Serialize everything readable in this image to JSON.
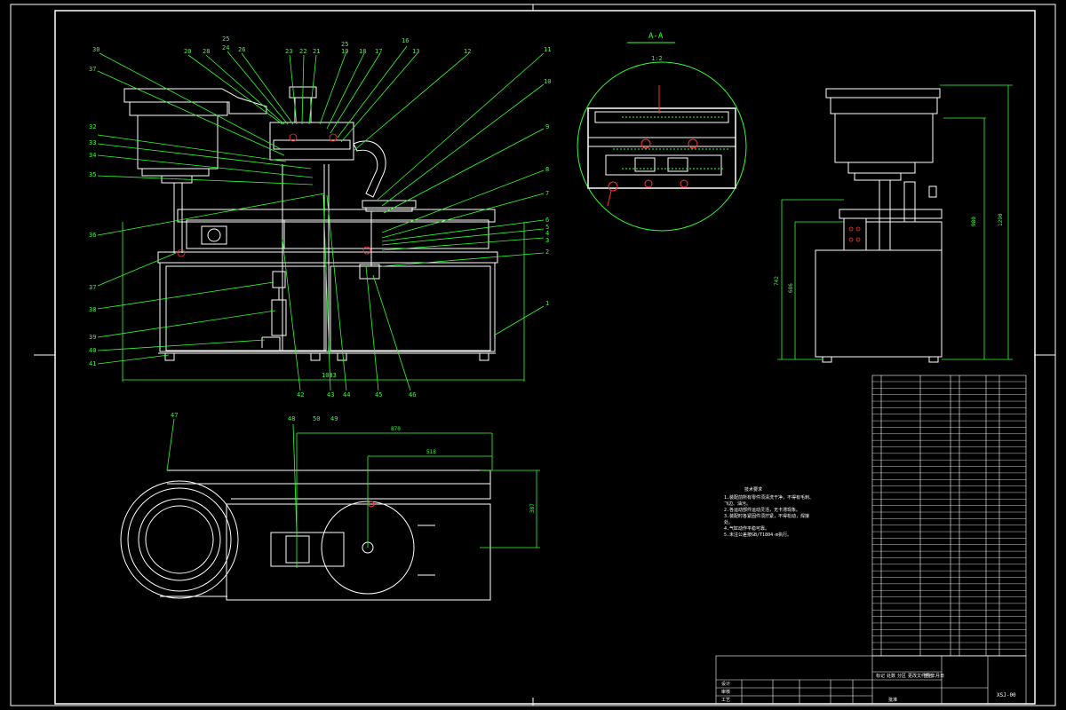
{
  "drawing": {
    "section_title": "A-A",
    "section_scale": "1:2",
    "callouts_top": [
      "30",
      "20",
      "28",
      "25",
      "24",
      "26",
      "23",
      "22",
      "21",
      "25",
      "19",
      "18",
      "17",
      "16",
      "13",
      "12",
      "11",
      "10"
    ],
    "callouts_left": [
      "37",
      "32",
      "33",
      "34",
      "35",
      "36",
      "37",
      "38",
      "39",
      "40",
      "41"
    ],
    "callouts_right": [
      "9",
      "8",
      "7",
      "6",
      "5",
      "4",
      "3",
      "2",
      "1"
    ],
    "callouts_bottom": [
      "42",
      "43",
      "44",
      "45",
      "46"
    ],
    "callouts_plan": [
      "47",
      "48",
      "50",
      "49"
    ],
    "dimensions": {
      "front_width": "1083",
      "side_height_a": "980",
      "side_height_b": "1290",
      "side_low_a": "742",
      "side_low_b": "686",
      "plan_width_a": "870",
      "plan_width_b": "518",
      "plan_depth": "387"
    },
    "notes_title": "技术要求",
    "notes": [
      "1.装配前所有零件须清洗干净，不得有毛刺、",
      "飞边、油污。",
      "2.各运动部件运动灵活，无卡滞现象。",
      "3.装配时各紧固件须拧紧，不得松动，焊接",
      "处。",
      "4.气缸动作平稳可靠。",
      "5.未注公差按GB/T1804-m执行。"
    ],
    "drawing_number": "XSJ-00",
    "title_block_labels": [
      "标记",
      "处数",
      "分区",
      "更改文件号",
      "签名",
      "年月日"
    ],
    "title_block_roles": [
      "设计",
      "审核",
      "工艺",
      "批准"
    ]
  }
}
